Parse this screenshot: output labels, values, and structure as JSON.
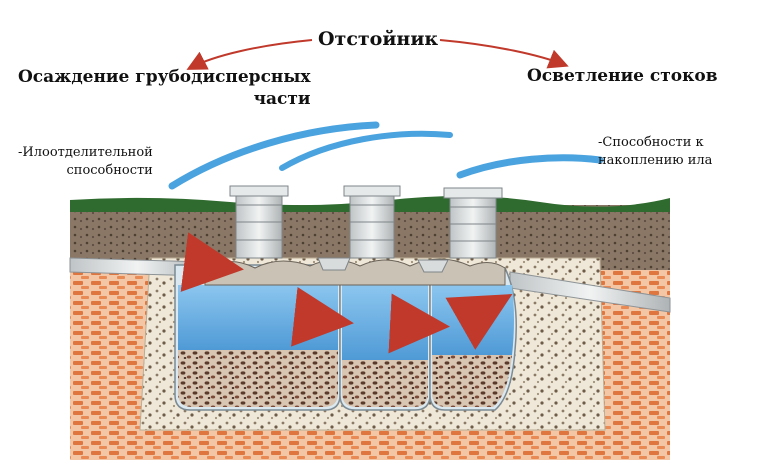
{
  "title": "Отстойник",
  "left_heading": {
    "line1": "Осаждение грубодисперсных",
    "line2": "части"
  },
  "right_heading": "Осветление стоков",
  "left_note": {
    "line1": "-Илоотделительной",
    "line2": "способности"
  },
  "right_note": {
    "line1": "-Способности к",
    "line2": "накоплению ила"
  },
  "colors": {
    "arrow": "#c0392b",
    "water": "#5fa8dd",
    "water_light": "#a9d4f2",
    "soil": "#e8a070",
    "brick": "#d9693a",
    "grass": "#2f6b2f",
    "topsoil": "#6b5a4a",
    "sludge": "#6b4a3a",
    "concrete": "#e9e4d6",
    "sky_arc": "#4aa3df"
  },
  "icons": [
    "red-flow-arrow",
    "vent-pipe",
    "curved-arrow"
  ]
}
